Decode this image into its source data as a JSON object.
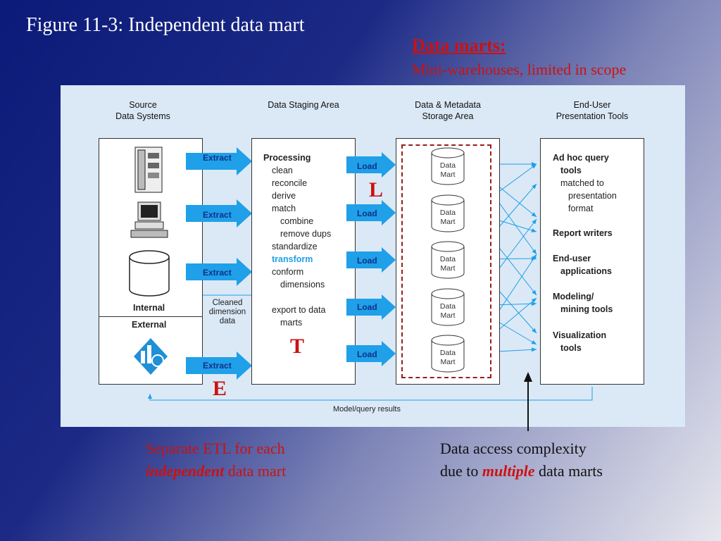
{
  "slide": {
    "title": "Figure 11-3: Independent data mart",
    "data_marts_heading": "Data marts:",
    "data_marts_sub": "Mini-warehouses, limited in scope"
  },
  "diagram": {
    "col_source": [
      "Source",
      "Data Systems"
    ],
    "col_staging": "Data Staging Area",
    "col_storage": [
      "Data & Metadata",
      "Storage Area"
    ],
    "col_enduser": [
      "End-User",
      "Presentation Tools"
    ],
    "source_internal": "Internal",
    "source_external": "External",
    "extract": "Extract",
    "load": "Load",
    "cleaned": [
      "Cleaned",
      "dimension",
      "data"
    ],
    "processing": {
      "title": "Processing",
      "clean": "clean",
      "reconcile": "reconcile",
      "derive": "derive",
      "match": "match",
      "combine": "combine",
      "remove_dups": "remove dups",
      "standardize": "standardize",
      "transform": "transform",
      "conform": "conform",
      "dimensions": "dimensions",
      "export": "export to data",
      "marts": "marts"
    },
    "mart_label": [
      "Data",
      "Mart"
    ],
    "tools": {
      "adhoc1": "Ad hoc query",
      "adhoc2": "tools",
      "matched1": "matched to",
      "matched2": "presentation",
      "matched3": "format",
      "report": "Report writers",
      "enduser1": "End-user",
      "enduser2": "applications",
      "modeling1": "Modeling/",
      "modeling2": "mining tools",
      "visual1": "Visualization",
      "visual2": "tools"
    },
    "model_query": "Model/query results",
    "letter_e": "E",
    "letter_t": "T",
    "letter_l": "L"
  },
  "captions": {
    "left_line1": "Separate ETL for each",
    "left_emph": "independent",
    "left_rest": " data mart",
    "right_line1": "Data access complexity",
    "right_pre": "due to ",
    "right_emph": "multiple",
    "right_rest": " data marts"
  },
  "colors": {
    "accent_red": "#cc1111",
    "arrow_blue": "#1fa0e8",
    "panel": "#dbe9f6"
  }
}
